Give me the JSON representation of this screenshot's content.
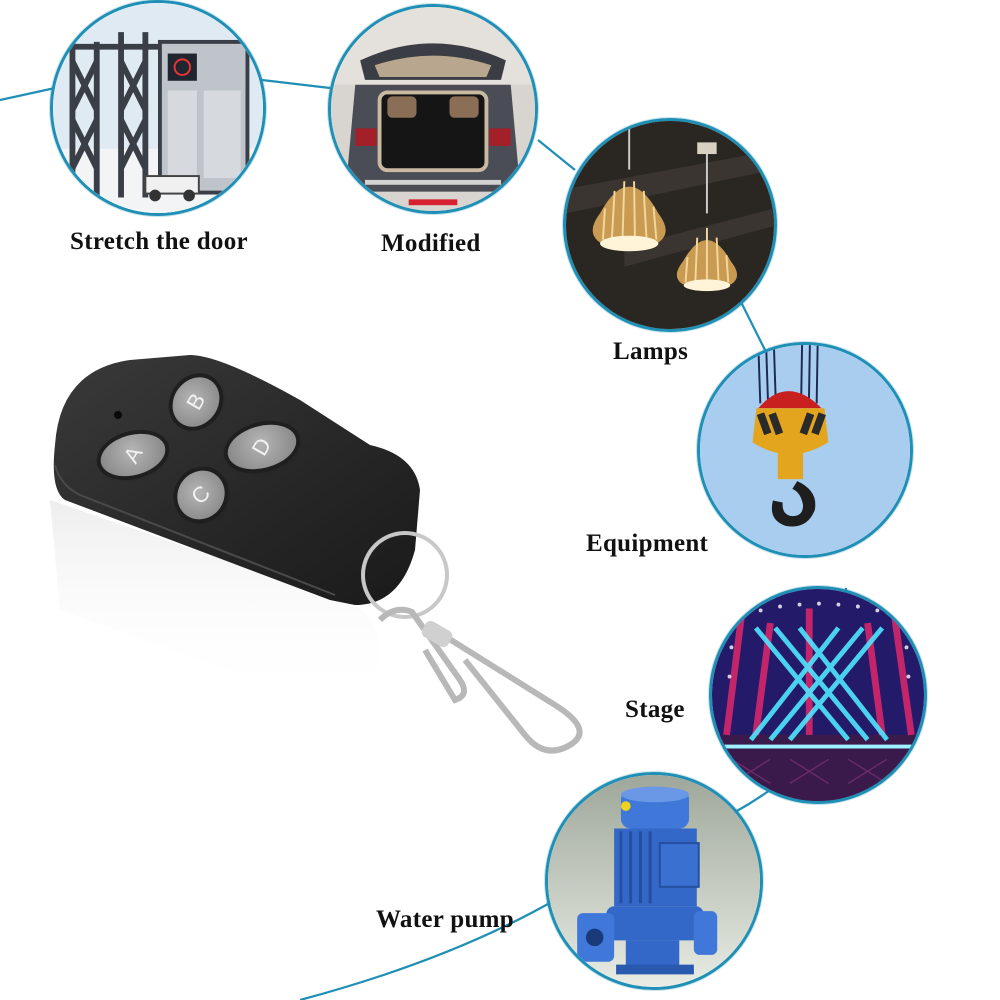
{
  "page": {
    "background": "#ffffff",
    "accent_line_color": "#1f8fb5"
  },
  "product": {
    "name": "4-button remote control key fob",
    "buttons": [
      "A",
      "B",
      "C",
      "D"
    ],
    "body_color": "#2b2b2b",
    "button_color": "#9a9a9a"
  },
  "applications": [
    {
      "id": "stretch-door",
      "label": "Stretch the door",
      "icon": "retractable-gate-image"
    },
    {
      "id": "modified",
      "label": "Modified",
      "icon": "car-trunk-image"
    },
    {
      "id": "lamps",
      "label": "Lamps",
      "icon": "pendant-lamps-image"
    },
    {
      "id": "equipment",
      "label": "Equipment",
      "icon": "crane-hook-image"
    },
    {
      "id": "stage",
      "label": "Stage",
      "icon": "stage-lights-image"
    },
    {
      "id": "water-pump",
      "label": "Water pump",
      "icon": "water-pump-image"
    }
  ]
}
